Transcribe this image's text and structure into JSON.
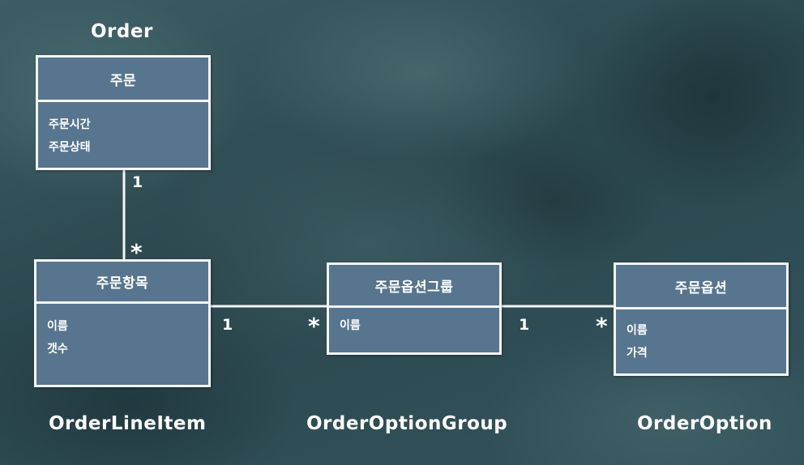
{
  "classes": {
    "order": {
      "label": "Order",
      "header": "주문",
      "attributes": [
        "주문시간",
        "주문상태"
      ]
    },
    "order_line_item": {
      "label": "OrderLineItem",
      "header": "주문항목",
      "attributes": [
        "이름",
        "갯수"
      ]
    },
    "order_option_group": {
      "label": "OrderOptionGroup",
      "header": "주문옵션그룹",
      "attributes": [
        "이름"
      ]
    },
    "order_option": {
      "label": "OrderOption",
      "header": "주문옵션",
      "attributes": [
        "이름",
        "가격"
      ]
    }
  },
  "relations": {
    "order_to_line_item": {
      "from_multiplicity": "1",
      "to_multiplicity": "*"
    },
    "line_item_to_option_group": {
      "from_multiplicity": "1",
      "to_multiplicity": "*"
    },
    "option_group_to_option": {
      "from_multiplicity": "1",
      "to_multiplicity": "*"
    }
  },
  "colors": {
    "box_fill": "#57758f",
    "box_border": "#f4f6f7",
    "text": "#ffffff",
    "board_background": "#2f4e55"
  }
}
